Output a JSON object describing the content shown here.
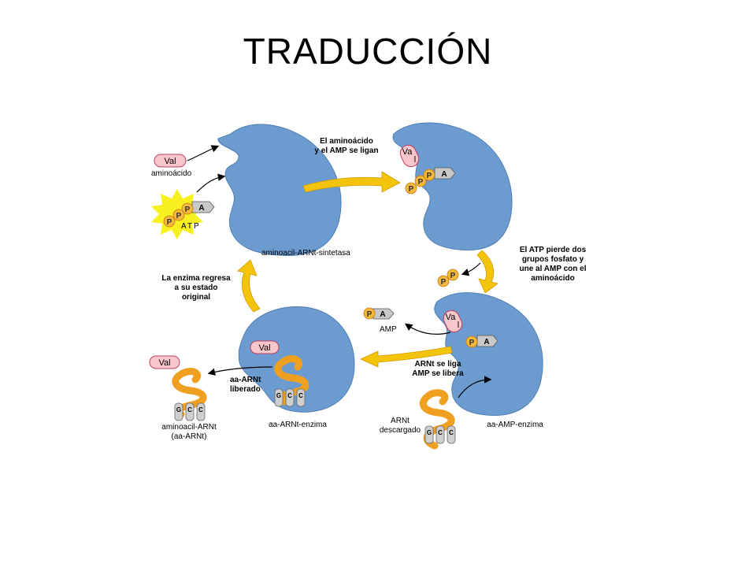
{
  "title": "TRADUCCIÓN",
  "molecules": {
    "val": "Val",
    "val_a": "Va",
    "val_b": "l",
    "p": "P",
    "a": "A",
    "atp": "ATP",
    "amp": "AMP",
    "base_g": "G",
    "base_c": "C"
  },
  "labels": {
    "aminoacido": "aminoácido",
    "sintetasa": "aminoacil-ARNt-sintetasa",
    "step1_l1": "El aminoácido",
    "step1_l2": "y el AMP se ligan",
    "step2_l1": "El ATP pierde dos",
    "step2_l2": "grupos fosfato y",
    "step2_l3": "une al AMP con el",
    "step2_l4": "aminoácido",
    "step3_l1": "ARNt se liga",
    "step3_l2": "AMP se libera",
    "step4_l1": "aa-ARNt",
    "step4_l2": "liberado",
    "step5_l1": "La enzima regresa",
    "step5_l2": "a su estado",
    "step5_l3": "original",
    "arnt_l1": "ARNt",
    "arnt_l2": "descargado",
    "aa_amp_enzima": "aa-AMP-enzima",
    "aa_arnt_enzima": "aa-ARNt-enzima",
    "aminoacil_arnt": "aminoacil-ARNt",
    "aa_arnt_paren": "(aa-ARNt)"
  },
  "colors": {
    "enzyme": "#6b9bcf",
    "arrow_yellow": "#f4c40c",
    "phosphate": "#f5b83a",
    "val_pink": "#f9c6cc",
    "trna_orange": "#f0a020",
    "burst": "#f8f020"
  }
}
